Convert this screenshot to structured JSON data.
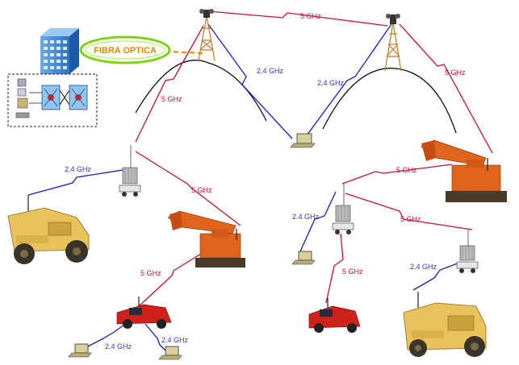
{
  "network": {
    "fiber_label": "FIBRA OPTICA",
    "link_labels": {
      "towers_5ghz": "5 GHz",
      "tower1_to_laptop": "2.4 GHz",
      "tower2_to_laptop": "2.4 GHz",
      "tower1_to_trailer_left": "5 GHz",
      "tower2_to_shovel_right": "5 GHz",
      "trailer_left_to_truck": "2.4 GHz",
      "trailer_left_to_shovel": "5 GHz",
      "shovel_left_to_pickup": "5 GHz",
      "pickup_to_laptop1": "2.4 GHz",
      "pickup_to_laptop2": "2.4 GHz",
      "shovel_right_to_trailer_center": "5 GHz",
      "trailer_center_to_laptop": "2.4 GHz",
      "trailer_center_to_pickup": "5 GHz",
      "trailer_center_to_trailer_right": "5 GHz",
      "trailer_right_to_truck": "2.4 GHz"
    },
    "colors": {
      "link_5ghz": "#c8102e",
      "link_24ghz": "#1a1acc",
      "label_5ghz": "#c8102e",
      "label_24ghz": "#3333cc",
      "fiber_text": "#e08a00",
      "fiber_ellipse": "#7fd21c",
      "truck": "#e8c25a",
      "shovel": "#e0651c",
      "pickup": "#d0221c",
      "tower": "#c87a22"
    }
  }
}
